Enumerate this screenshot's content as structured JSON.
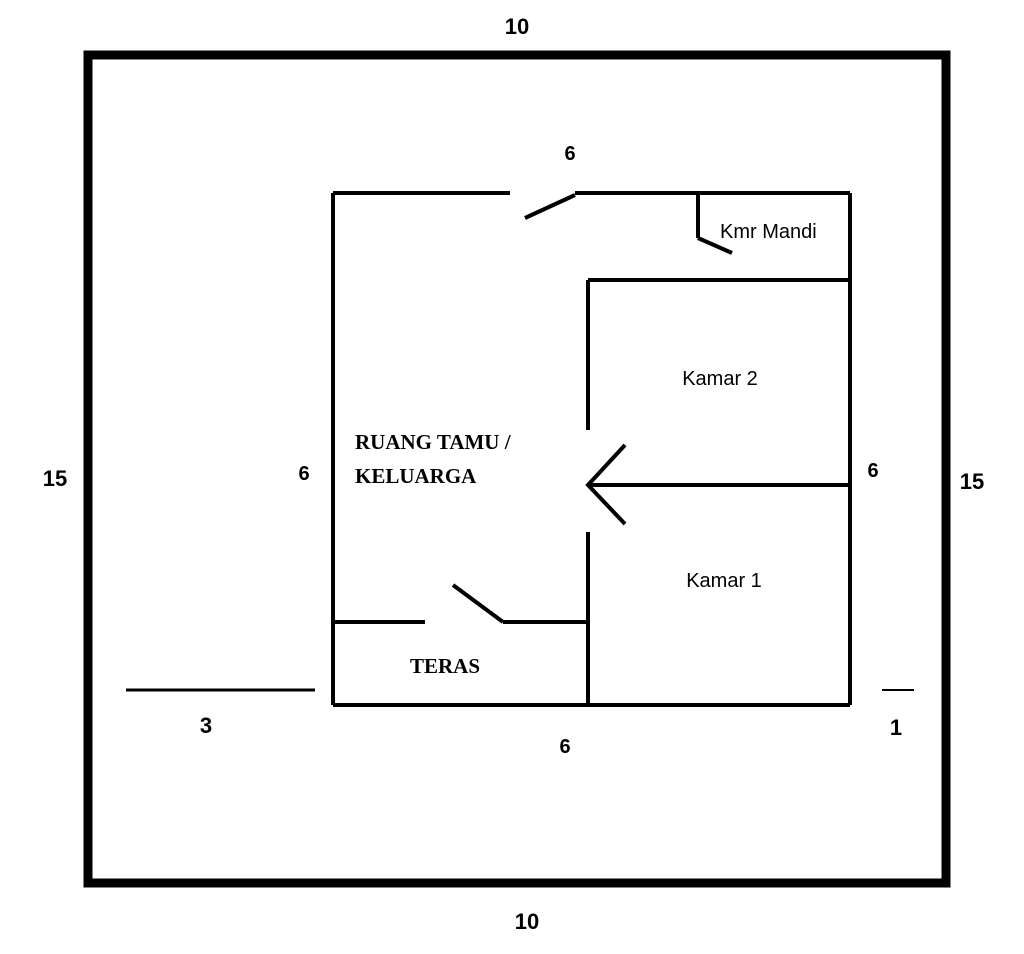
{
  "plot": {
    "top_width": "10",
    "bottom_width": "10",
    "left_length": "15",
    "right_length": "15",
    "left_setback": "3",
    "right_setback": "1"
  },
  "house": {
    "top_width": "6",
    "bottom_width": "6",
    "left_length": "6",
    "right_length": "6"
  },
  "rooms": {
    "kmr_mandi": "Kmr Mandi",
    "kamar_2": "Kamar 2",
    "kamar_1": "Kamar 1",
    "ruang_tamu_line1": "RUANG TAMU /",
    "ruang_tamu_line2": "KELUARGA",
    "teras": "TERAS"
  }
}
